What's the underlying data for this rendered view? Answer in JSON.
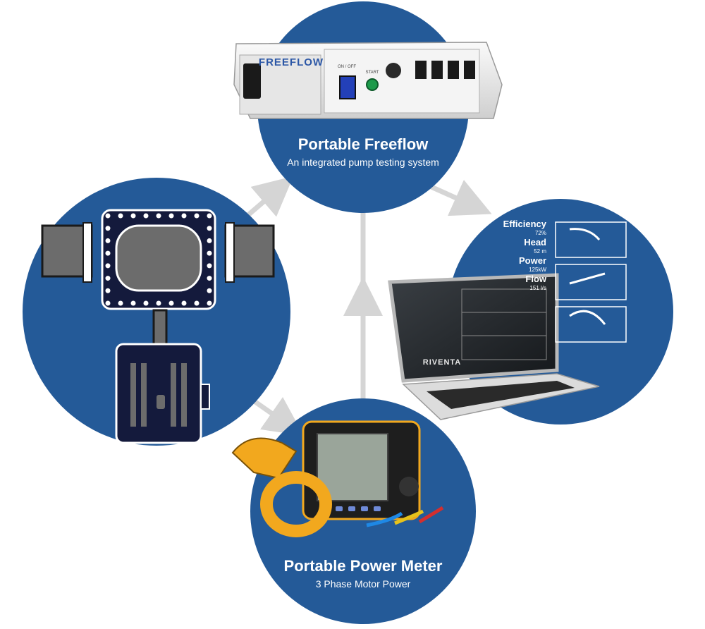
{
  "nodes": {
    "freeflow": {
      "title": "Portable Freeflow",
      "subtitle": "An integrated pump testing system",
      "brand": "FREEFLOW",
      "switch_label": "ON / OFF",
      "button_label": "START"
    },
    "power_meter": {
      "title": "Portable Power Meter",
      "subtitle": "3 Phase Motor Power"
    },
    "laptop": {
      "brand": "RIVENTA",
      "metrics": [
        {
          "label": "Efficiency",
          "value": "72%"
        },
        {
          "label": "Head",
          "value": "52 m"
        },
        {
          "label": "Power",
          "value": "125kW"
        },
        {
          "label": "Flow",
          "value": "151 l/s"
        }
      ]
    }
  },
  "colors": {
    "circle": "#245a98",
    "arrow": "#d5d5d5",
    "pump_body": "#6c6c6c",
    "motor": "#141a3c",
    "clamp": "#f2a81e"
  }
}
